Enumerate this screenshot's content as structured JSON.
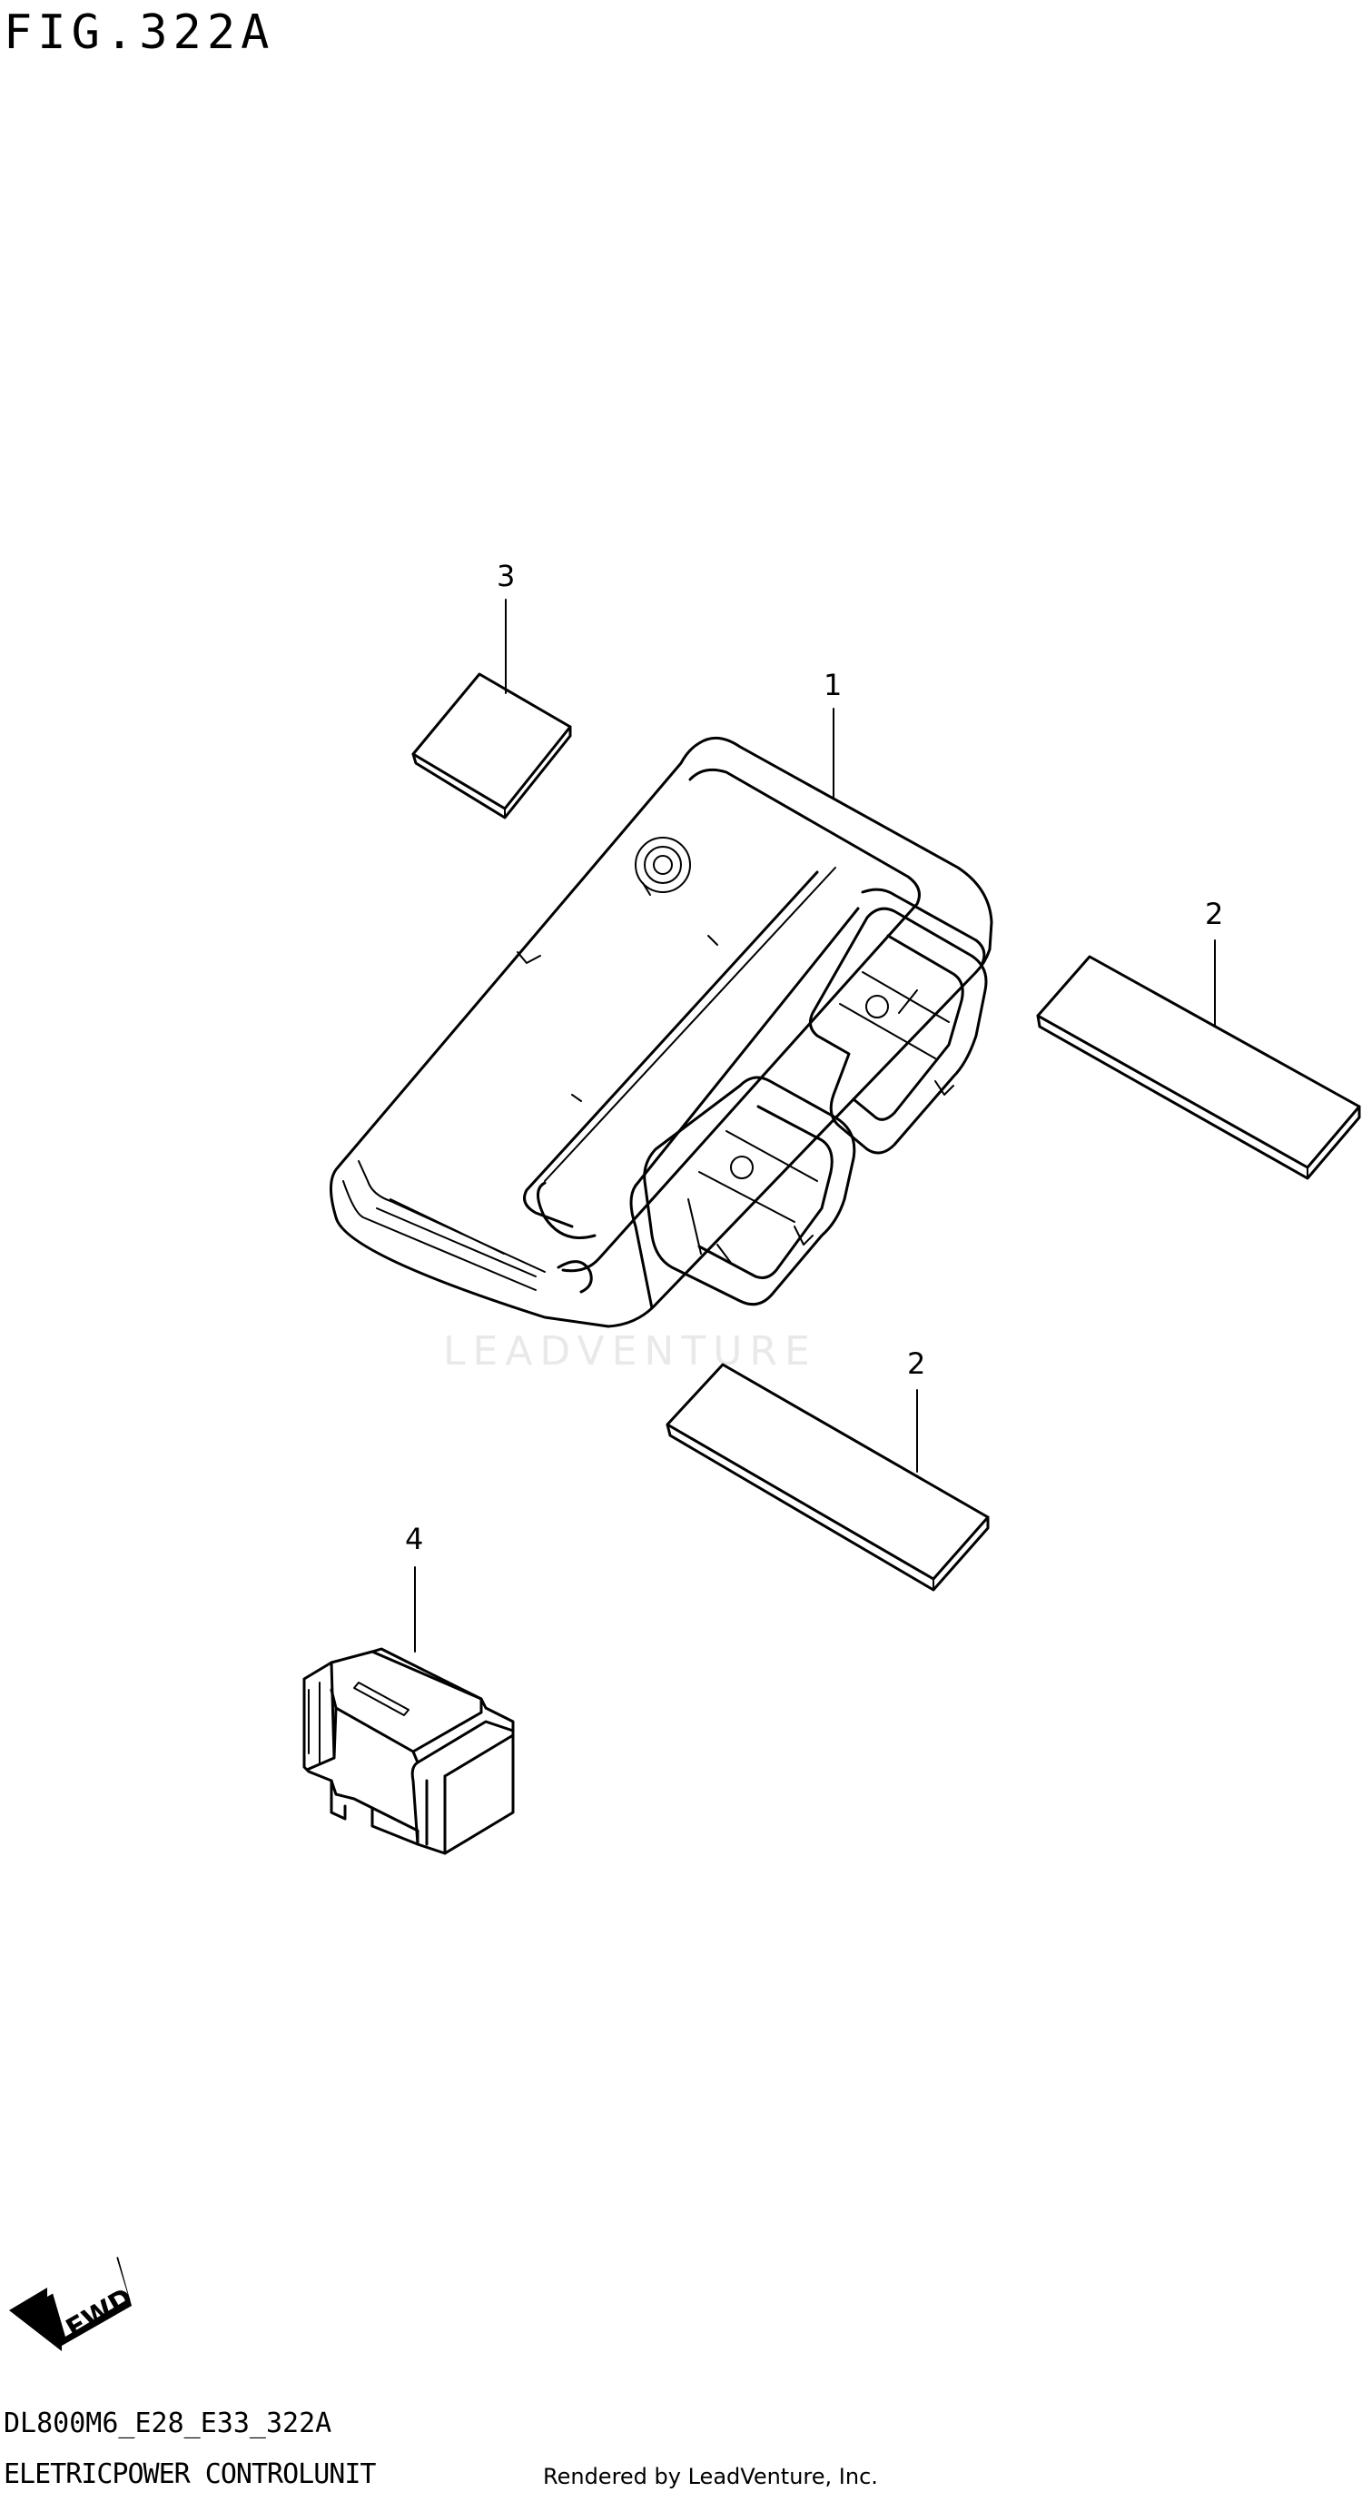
{
  "header": {
    "figure_title": "FIG.322A"
  },
  "callouts": [
    {
      "id": "1",
      "label": "1"
    },
    {
      "id": "2a",
      "label": "2"
    },
    {
      "id": "2b",
      "label": "2"
    },
    {
      "id": "3",
      "label": "3"
    },
    {
      "id": "4",
      "label": "4"
    }
  ],
  "footer": {
    "diagram_code": "DL800M6_E28_E33_322A",
    "diagram_name": "ELETRICPOWER CONTROLUNIT",
    "rendered_by": "Rendered by LeadVenture, Inc."
  },
  "watermark": "LEADVENTURE",
  "direction_badge": "FWD"
}
